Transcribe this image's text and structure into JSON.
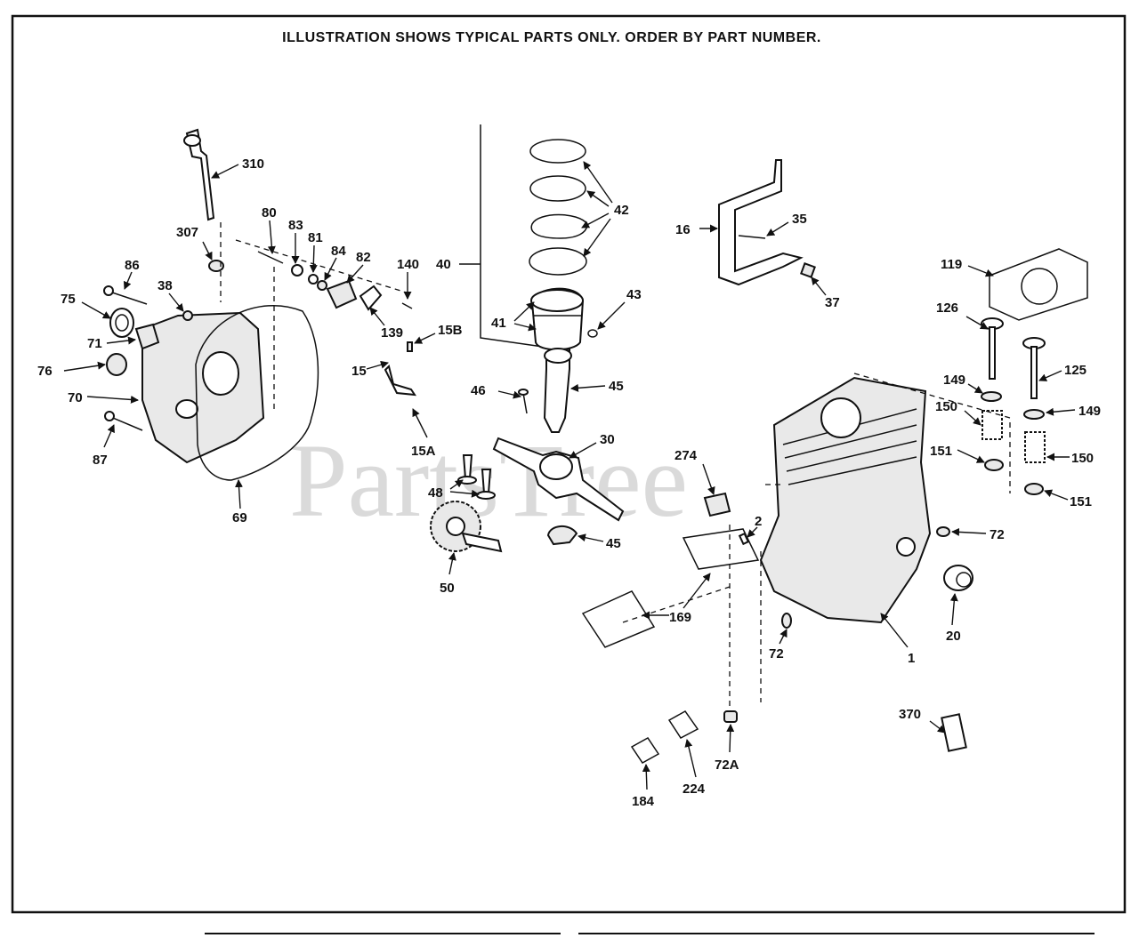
{
  "header": {
    "title": "ILLUSTRATION SHOWS TYPICAL PARTS ONLY. ORDER BY PART NUMBER."
  },
  "watermark": {
    "text": "PartsTree"
  },
  "callouts": {
    "c310": "310",
    "c307": "307",
    "c80": "80",
    "c83": "83",
    "c81": "81",
    "c84": "84",
    "c82": "82",
    "c140": "140",
    "c86": "86",
    "c38": "38",
    "c75": "75",
    "c71": "71",
    "c76": "76",
    "c70": "70",
    "c87": "87",
    "c69": "69",
    "c139": "139",
    "c15B": "15B",
    "c15": "15",
    "c15A": "15A",
    "c40": "40",
    "c42": "42",
    "c41": "41",
    "c43": "43",
    "c46": "46",
    "c45a": "45",
    "c30": "30",
    "c48": "48",
    "c50": "50",
    "c45b": "45",
    "c16": "16",
    "c35": "35",
    "c37": "37",
    "c119": "119",
    "c126": "126",
    "c125": "125",
    "c149a": "149",
    "c149b": "149",
    "c150a": "150",
    "c150b": "150",
    "c151a": "151",
    "c151b": "151",
    "c274": "274",
    "c2": "2",
    "c72a": "72",
    "c72b": "72",
    "c20": "20",
    "c169": "169",
    "c1": "1",
    "c370": "370",
    "c184": "184",
    "c224": "224",
    "c72A": "72A"
  }
}
